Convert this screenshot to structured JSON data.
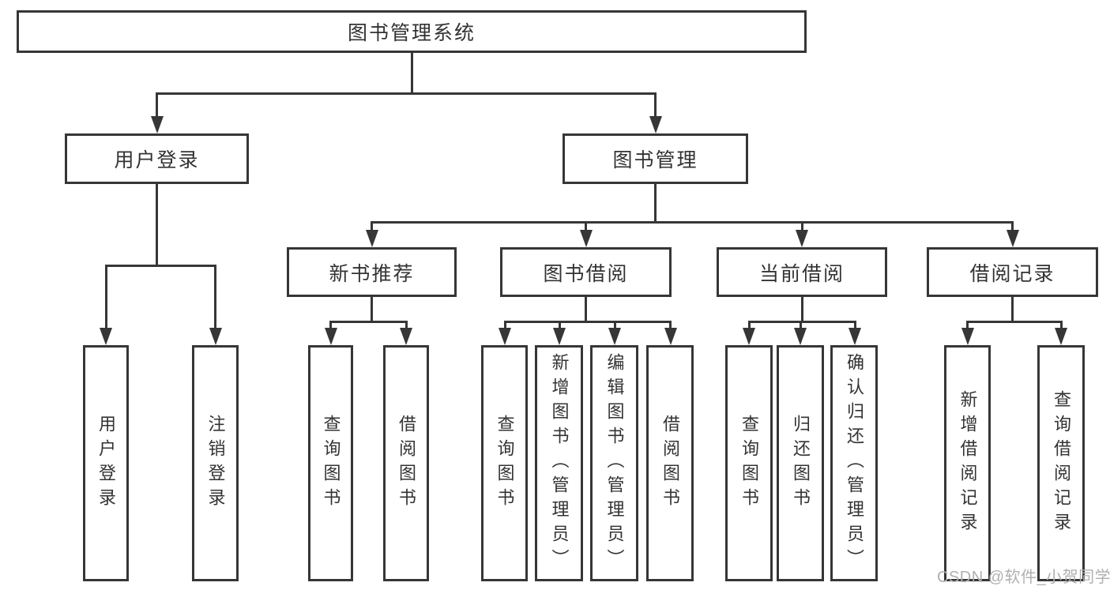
{
  "diagram": {
    "tree": {
      "label": "图书管理系统",
      "children": [
        {
          "label": "用户登录",
          "children": [
            {
              "label": "用户登录"
            },
            {
              "label": "注销登录"
            }
          ]
        },
        {
          "label": "图书管理",
          "children": [
            {
              "label": "新书推荐",
              "children": [
                {
                  "label": "查询图书"
                },
                {
                  "label": "借阅图书"
                }
              ]
            },
            {
              "label": "图书借阅",
              "children": [
                {
                  "label": "查询图书"
                },
                {
                  "label": "新增图书（管理员）"
                },
                {
                  "label": "编辑图书（管理员）"
                },
                {
                  "label": "借阅图书"
                }
              ]
            },
            {
              "label": "当前借阅",
              "children": [
                {
                  "label": "查询图书"
                },
                {
                  "label": "归还图书"
                },
                {
                  "label": "确认归还（管理员）"
                }
              ]
            },
            {
              "label": "借阅记录",
              "children": [
                {
                  "label": "新增借阅记录"
                },
                {
                  "label": "查询借阅记录"
                }
              ]
            }
          ]
        }
      ]
    },
    "watermark": {
      "text": "CSDN @软件_小贺同学",
      "color": "#b0b0b0"
    },
    "colors": {
      "line": "#363636",
      "box_border": "#363636",
      "box_background": "#ffffff",
      "text": "#333333",
      "page_background": "#ffffff"
    }
  }
}
